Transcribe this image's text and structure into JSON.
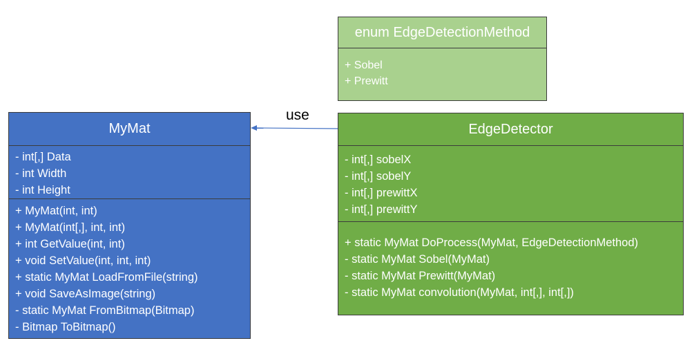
{
  "diagram": {
    "classes": {
      "mymat": {
        "title": "MyMat",
        "fields": [
          "- int[,] Data",
          "- int Width",
          "- int Height"
        ],
        "methods": [
          "+ MyMat(int, int)",
          "+ MyMat(int[,], int, int)",
          "+ int GetValue(int, int)",
          "+ void SetValue(int, int, int)",
          "+ static MyMat LoadFromFile(string)",
          "+ void SaveAsImage(string)",
          "- static MyMat FromBitmap(Bitmap)",
          "- Bitmap ToBitmap()"
        ],
        "color": "#4472c4"
      },
      "edge_detection_method": {
        "title": "enum EdgeDetectionMethod",
        "values": [
          "+ Sobel",
          "+ Prewitt"
        ],
        "color": "#a9d18e"
      },
      "edge_detector": {
        "title": "EdgeDetector",
        "fields": [
          "- int[,] sobelX",
          "- int[,] sobelY",
          "- int[,] prewittX",
          "- int[,] prewittY"
        ],
        "methods": [
          "+ static MyMat DoProcess(MyMat, EdgeDetectionMethod)",
          "- static MyMat Sobel(MyMat)",
          "- static MyMat Prewitt(MyMat)",
          "- static MyMat convolution(MyMat, int[,], int[,])"
        ],
        "color": "#70ad47"
      }
    },
    "relation": {
      "label": "use",
      "line_color": "#4472c4"
    }
  }
}
